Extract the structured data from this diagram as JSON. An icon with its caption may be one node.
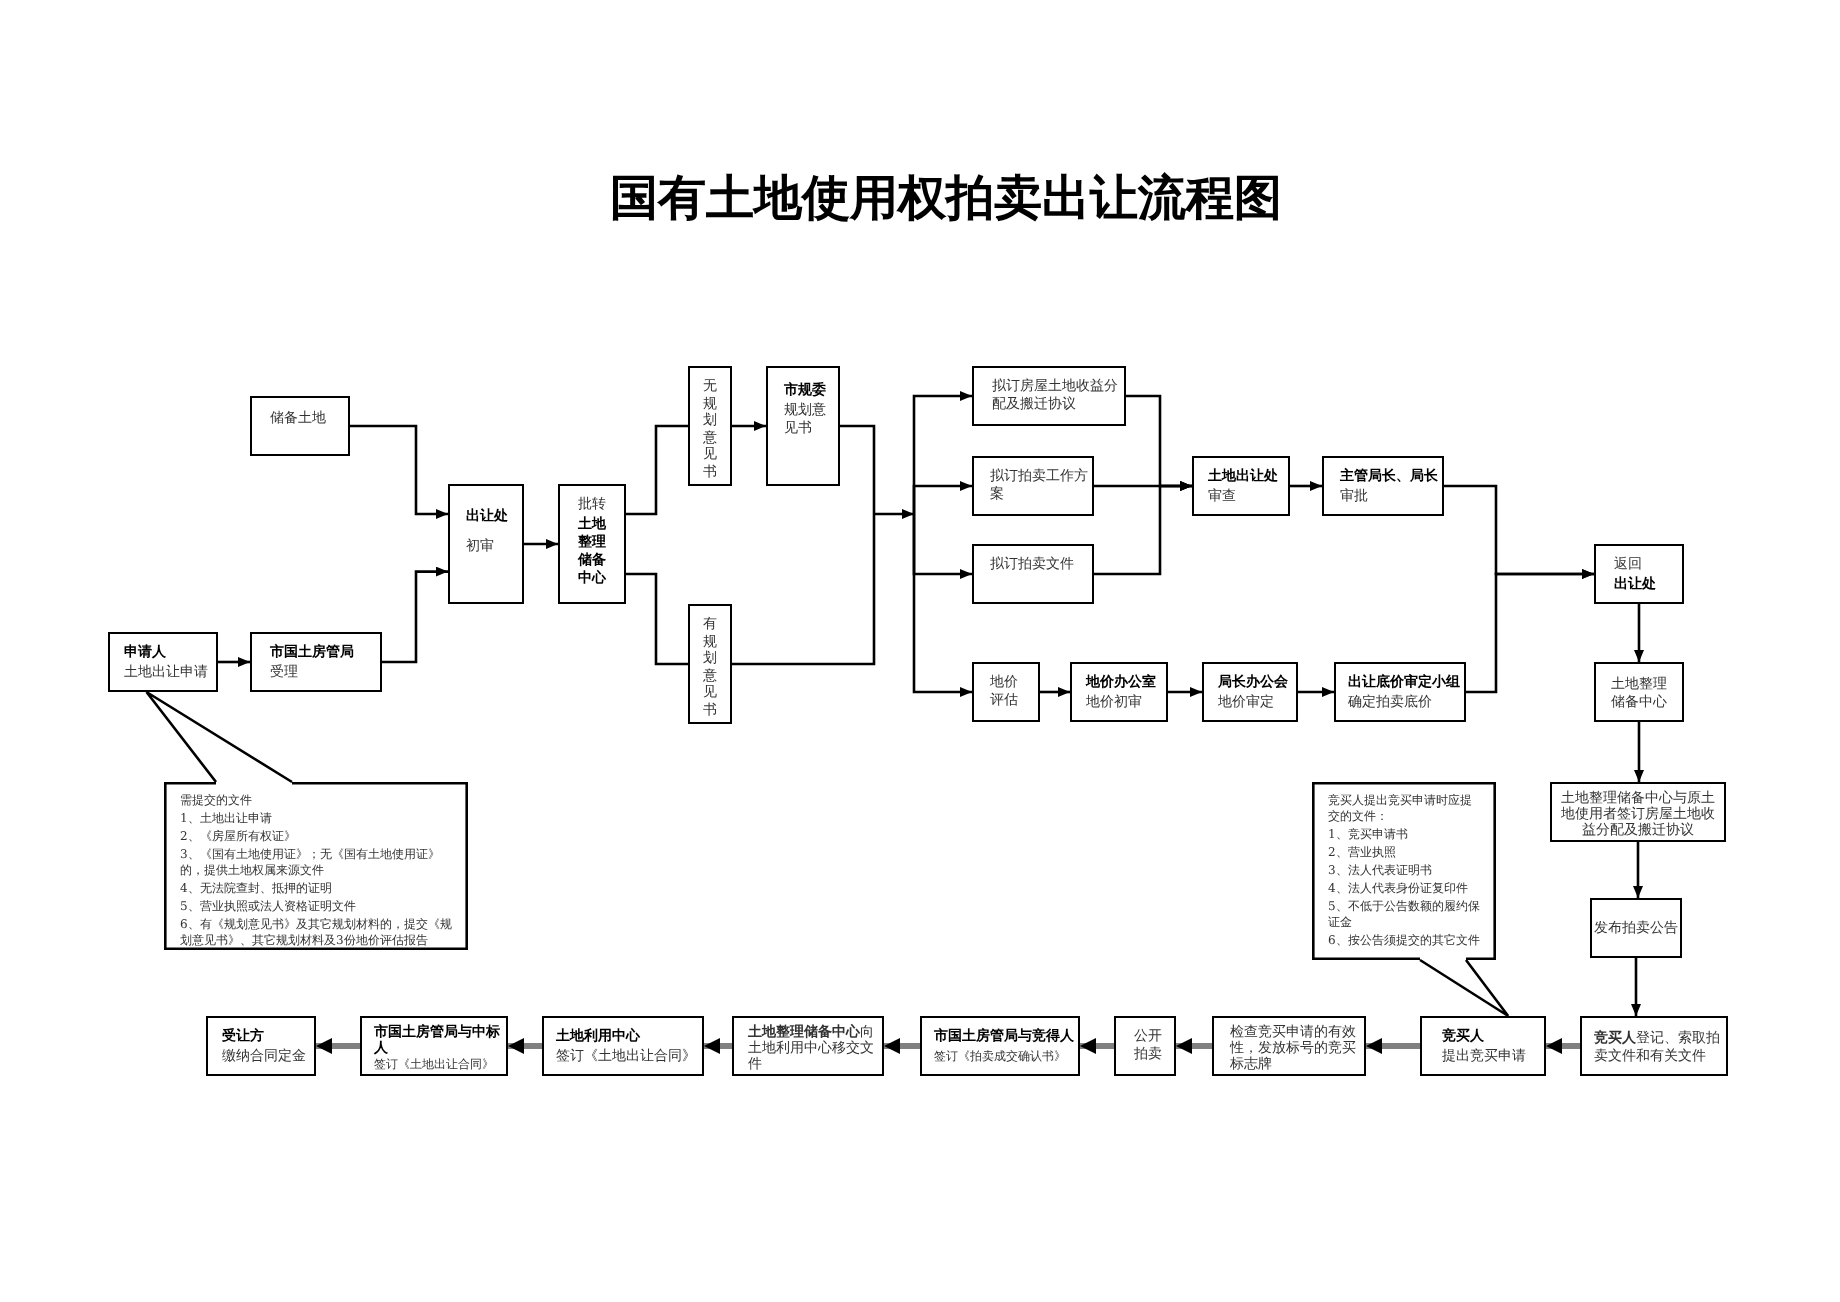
{
  "diagram": {
    "title": "国有土地使用权拍卖出让流程图",
    "nodes": [
      {
        "text": [
          "储备土地"
        ]
      },
      {
        "text": [
          "申请人",
          "土地出让申请"
        ]
      },
      {
        "text": [
          "市国土房管局",
          "受理"
        ]
      },
      {
        "text": [
          "出让处",
          "初审"
        ]
      },
      {
        "text": [
          "批转",
          "土地整理储备中心"
        ]
      },
      {
        "text": [
          "无规划意见书"
        ]
      },
      {
        "text": [
          "市规委",
          "规划意见书"
        ]
      },
      {
        "text": [
          "有规划意见书"
        ]
      },
      {
        "text": [
          "拟订房屋土地收益分配及搬迁协议"
        ]
      },
      {
        "text": [
          "拟订拍卖工作方案"
        ]
      },
      {
        "text": [
          "拟订拍卖文件"
        ]
      },
      {
        "text": [
          "土地出让处",
          "审查"
        ]
      },
      {
        "text": [
          "主管局长、局长",
          "审批"
        ]
      },
      {
        "text": [
          "地价评估"
        ]
      },
      {
        "text": [
          "地价办公室",
          "地价初审"
        ]
      },
      {
        "text": [
          "局长办公会",
          "地价审定"
        ]
      },
      {
        "text": [
          "出让底价审定小组",
          "确定拍卖底价"
        ]
      },
      {
        "text": [
          "返回",
          "出让处"
        ]
      },
      {
        "text": [
          "土地整理储备中心"
        ]
      },
      {
        "text": [
          "土地整理储备中心与原土地使用者签订房屋土地收益分配及搬迁协议"
        ]
      },
      {
        "text": [
          "发布拍卖公告"
        ]
      },
      {
        "text": [
          "**竞买人**登记、索取拍卖文件和有关文件"
        ]
      },
      {
        "text": [
          "竞买人",
          "提出竞买申请"
        ]
      },
      {
        "text": [
          "检查竞买申请的有效性，发放标号的竞买标志牌"
        ]
      },
      {
        "text": [
          "公开拍卖"
        ]
      },
      {
        "text": [
          "市国土房管局与竞得人",
          "签订《拍卖成交确认书》"
        ]
      },
      {
        "text": [
          "**土地整理储备中心**向土地利用中心移交文件"
        ]
      },
      {
        "text": [
          "土地利用中心",
          "签订《土地出让合同》"
        ]
      },
      {
        "text": [
          "市国土房管局与中标人",
          "签订《土地出让合同》"
        ]
      },
      {
        "text": [
          "受让方",
          "缴纳合同定金"
        ]
      },
      {
        "text": [
          "需提交的文件",
          "1、土地出让申请",
          "2、《房屋所有权证》",
          "3、《国有土地使用证》；无《国有土地使用证》的，提供土地权属来源文件",
          "4、无法院查封、抵押的证明",
          "5、营业执照或法人资格证明文件",
          "6、有《规划意见书》及其它规划材料的，提交《规划意见书》、其它规划材料及3份地价评估报告"
        ]
      },
      {
        "text": [
          "竞买人提出竞买申请时应提交的文件：",
          "1、竞买申请书",
          "2、营业执照",
          "3、法人代表证明书",
          "4、法人代表身份证复印件",
          "5、不低于公告数额的履约保证金",
          "6、按公告须提交的其它文件"
        ]
      }
    ],
    "edges": [
      {
        "from": 0,
        "to": 3,
        "arrow": "to"
      },
      {
        "from": 1,
        "to": 2,
        "arrow": "to"
      },
      {
        "from": 2,
        "to": 3,
        "arrow": "to"
      },
      {
        "from": 3,
        "to": 4,
        "arrow": "to"
      },
      {
        "from": 4,
        "to": 5,
        "arrow": "none"
      },
      {
        "from": 4,
        "to": 7,
        "arrow": "none"
      },
      {
        "from": 5,
        "to": 6,
        "arrow": "to"
      },
      {
        "from": 6,
        "to": 8,
        "arrow": "to"
      },
      {
        "from": 6,
        "to": 9,
        "arrow": "to"
      },
      {
        "from": 6,
        "to": 10,
        "arrow": "to"
      },
      {
        "from": 6,
        "to": 13,
        "arrow": "to"
      },
      {
        "from": 7,
        "to": 8,
        "arrow": "to"
      },
      {
        "from": 7,
        "to": 9,
        "arrow": "to"
      },
      {
        "from": 7,
        "to": 10,
        "arrow": "to"
      },
      {
        "from": 7,
        "to": 13,
        "arrow": "to"
      },
      {
        "from": 8,
        "to": 11,
        "arrow": "to"
      },
      {
        "from": 9,
        "to": 11,
        "arrow": "to"
      },
      {
        "from": 10,
        "to": 11,
        "arrow": "to"
      },
      {
        "from": 11,
        "to": 12,
        "arrow": "to"
      },
      {
        "from": 12,
        "to": 17,
        "arrow": "to"
      },
      {
        "from": 13,
        "to": 14,
        "arrow": "to"
      },
      {
        "from": 14,
        "to": 15,
        "arrow": "to"
      },
      {
        "from": 15,
        "to": 16,
        "arrow": "to"
      },
      {
        "from": 16,
        "to": 17,
        "arrow": "to"
      },
      {
        "from": 17,
        "to": 18,
        "arrow": "to"
      },
      {
        "from": 18,
        "to": 19,
        "arrow": "to"
      },
      {
        "from": 19,
        "to": 20,
        "arrow": "to"
      },
      {
        "from": 20,
        "to": 21,
        "arrow": "to"
      },
      {
        "from": 21,
        "to": 22,
        "arrow": "to",
        "style": "thick",
        "color": "#808080"
      },
      {
        "from": 22,
        "to": 23,
        "arrow": "to",
        "style": "thick",
        "color": "#808080"
      },
      {
        "from": 23,
        "to": 24,
        "arrow": "to",
        "style": "thick",
        "color": "#808080"
      },
      {
        "from": 24,
        "to": 25,
        "arrow": "to",
        "style": "thick",
        "color": "#808080"
      },
      {
        "from": 25,
        "to": 26,
        "arrow": "to",
        "style": "thick",
        "color": "#808080"
      },
      {
        "from": 26,
        "to": 27,
        "arrow": "to",
        "style": "thick",
        "color": "#808080"
      },
      {
        "from": 27,
        "to": 28,
        "arrow": "to",
        "style": "thick",
        "color": "#808080"
      },
      {
        "from": 28,
        "to": 29,
        "arrow": "to",
        "style": "thick",
        "color": "#808080"
      },
      {
        "from": 30,
        "to": 1,
        "arrow": "none"
      },
      {
        "from": 31,
        "to": 22,
        "arrow": "none"
      }
    ]
  }
}
